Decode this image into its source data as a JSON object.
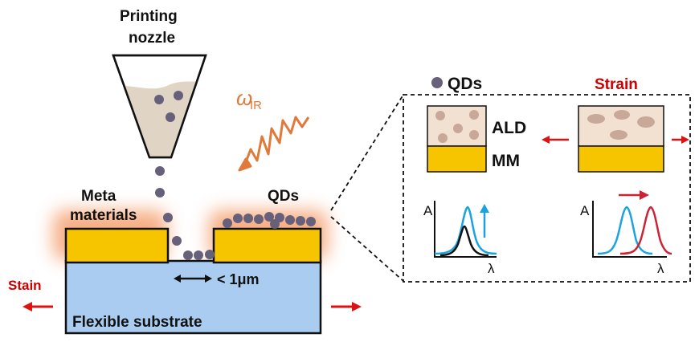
{
  "labels": {
    "nozzle_line1": "Printing",
    "nozzle_line2": "nozzle",
    "omega": "ω",
    "omega_sub": "IR",
    "meta_line1": "Meta",
    "meta_line2": "materials",
    "qds_left": "QDs",
    "gap": "< 1μm",
    "stain": "Stain",
    "substrate": "Flexible substrate",
    "qds_legend": "QDs",
    "strain": "Strain",
    "ald": "ALD",
    "mm": "MM",
    "axis_y_left": "A",
    "axis_x_left": "λ",
    "axis_y_right": "A",
    "axis_x_right": "λ"
  },
  "colors": {
    "qd_dot": "#66607a",
    "metamaterial": "#f7c500",
    "substrate": "#a9ccf0",
    "glow": "#f4a070",
    "ald_fill": "#f2e0d0",
    "nozzle_ink": "#e0d4c4",
    "ir_wave": "#e07a3a",
    "strain_arrow": "#dd1111",
    "curve_blue": "#1aa3e0",
    "curve_red": "#cc2233",
    "curve_black": "#111111"
  },
  "icons": [
    "qd-dot-icon",
    "ir-wave-icon",
    "double-arrow-icon",
    "strain-arrow-icon"
  ]
}
